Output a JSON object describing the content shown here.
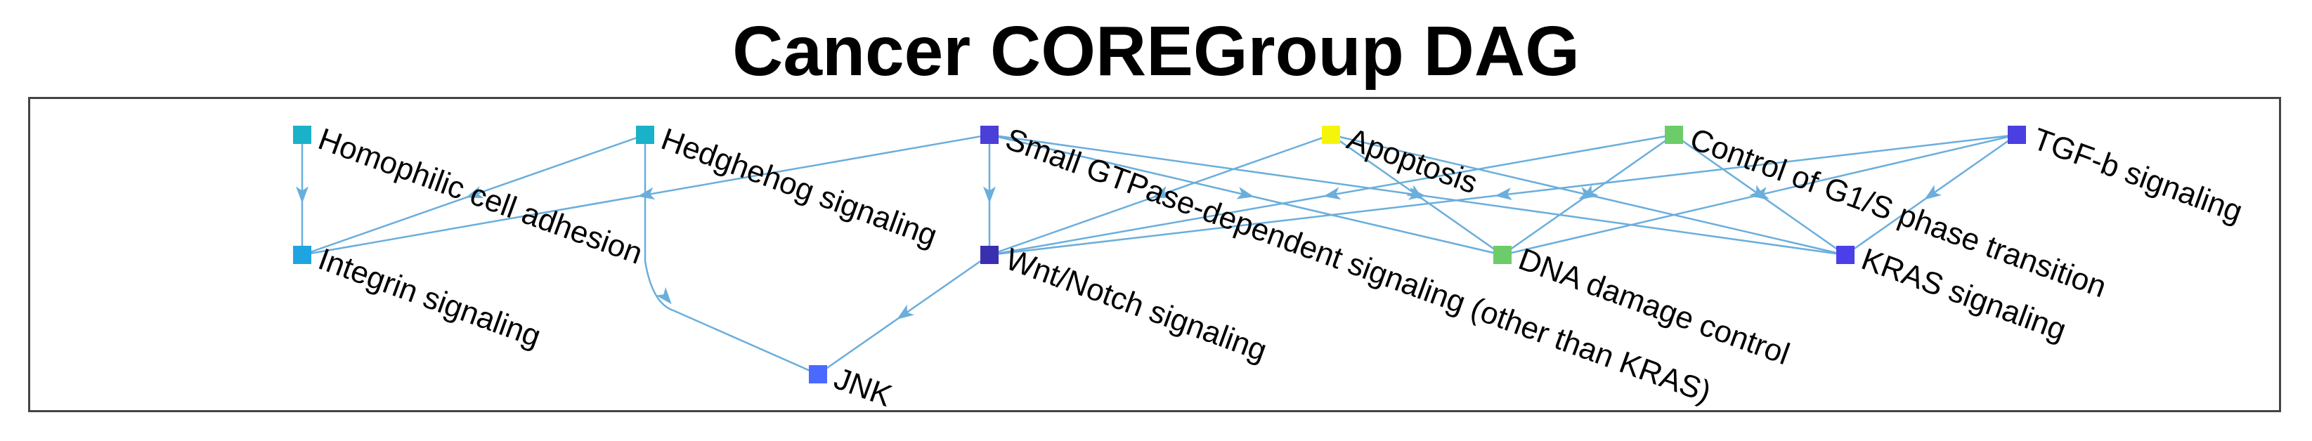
{
  "title": "Cancer COREGroup DAG",
  "nodes": [
    {
      "id": "homophilic",
      "label": "Homophilic cell adhesion",
      "color": "#1ab2c8"
    },
    {
      "id": "hedgehog",
      "label": "Hedghehog signaling",
      "color": "#1ab2c8"
    },
    {
      "id": "smallgtp",
      "label": "Small GTPase-dependent signaling (other than KRAS)",
      "color": "#4a3fd6"
    },
    {
      "id": "apoptosis",
      "label": "Apoptosis",
      "color": "#f5f50a"
    },
    {
      "id": "g1s",
      "label": "Control of G1/S phase transition",
      "color": "#6ccc6a"
    },
    {
      "id": "tgfb",
      "label": "TGF-b signaling",
      "color": "#4a3fe0"
    },
    {
      "id": "integrin",
      "label": "Integrin signaling",
      "color": "#1ea4e0"
    },
    {
      "id": "wnt",
      "label": "Wnt/Notch signaling",
      "color": "#3a2fb0"
    },
    {
      "id": "dna",
      "label": "DNA damage control",
      "color": "#6ccc6a"
    },
    {
      "id": "kras",
      "label": "KRAS signaling",
      "color": "#4a3fe8"
    },
    {
      "id": "jnk",
      "label": "JNK",
      "color": "#4a6aff"
    }
  ],
  "edges": [
    [
      "homophilic",
      "integrin"
    ],
    [
      "hedgehog",
      "integrin"
    ],
    [
      "hedgehog",
      "jnk"
    ],
    [
      "smallgtp",
      "integrin"
    ],
    [
      "smallgtp",
      "wnt"
    ],
    [
      "smallgtp",
      "dna"
    ],
    [
      "smallgtp",
      "kras"
    ],
    [
      "apoptosis",
      "wnt"
    ],
    [
      "apoptosis",
      "dna"
    ],
    [
      "apoptosis",
      "kras"
    ],
    [
      "g1s",
      "wnt"
    ],
    [
      "g1s",
      "dna"
    ],
    [
      "g1s",
      "kras"
    ],
    [
      "tgfb",
      "wnt"
    ],
    [
      "tgfb",
      "dna"
    ],
    [
      "tgfb",
      "kras"
    ],
    [
      "wnt",
      "jnk"
    ]
  ],
  "edge_color": "#6aaedc"
}
